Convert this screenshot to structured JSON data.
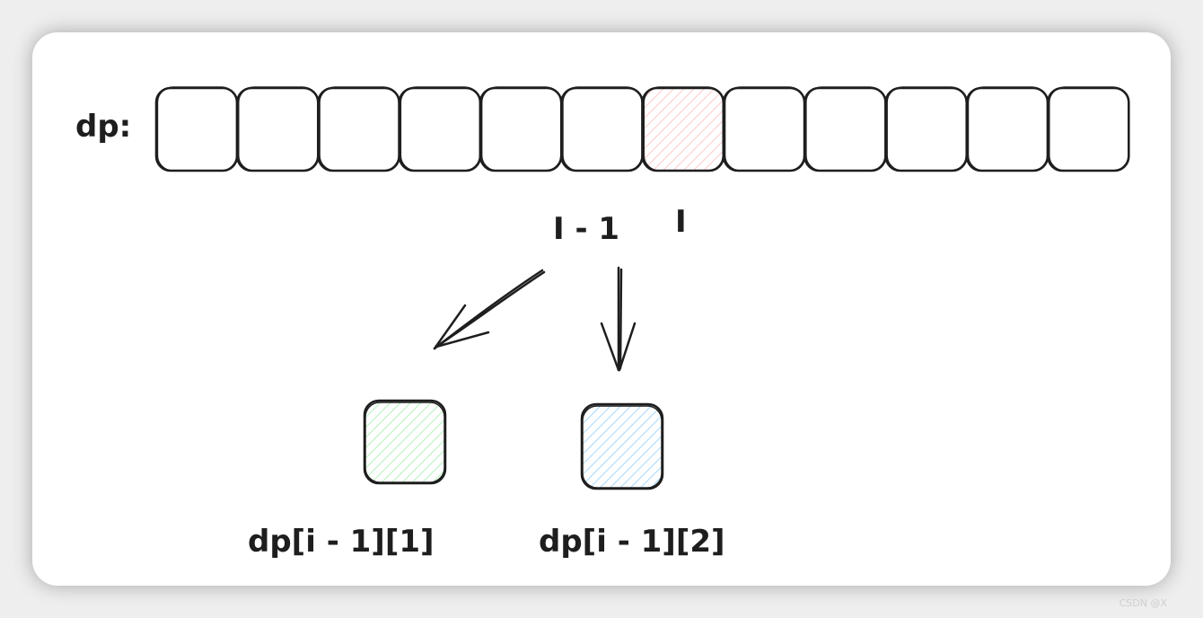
{
  "array_label": "dp:",
  "cell_count": 12,
  "highlight_index": 6,
  "index_labels": {
    "prev": "I - 1",
    "curr": "I"
  },
  "children": [
    {
      "label": "dp[i - 1][1]",
      "color": "#b2f2bb"
    },
    {
      "label": "dp[i - 1][2]",
      "color": "#a5d8ff"
    }
  ],
  "colors": {
    "highlight": "#ffc9c9",
    "stroke": "#1e1e1e"
  },
  "watermark": "CSDN @X"
}
